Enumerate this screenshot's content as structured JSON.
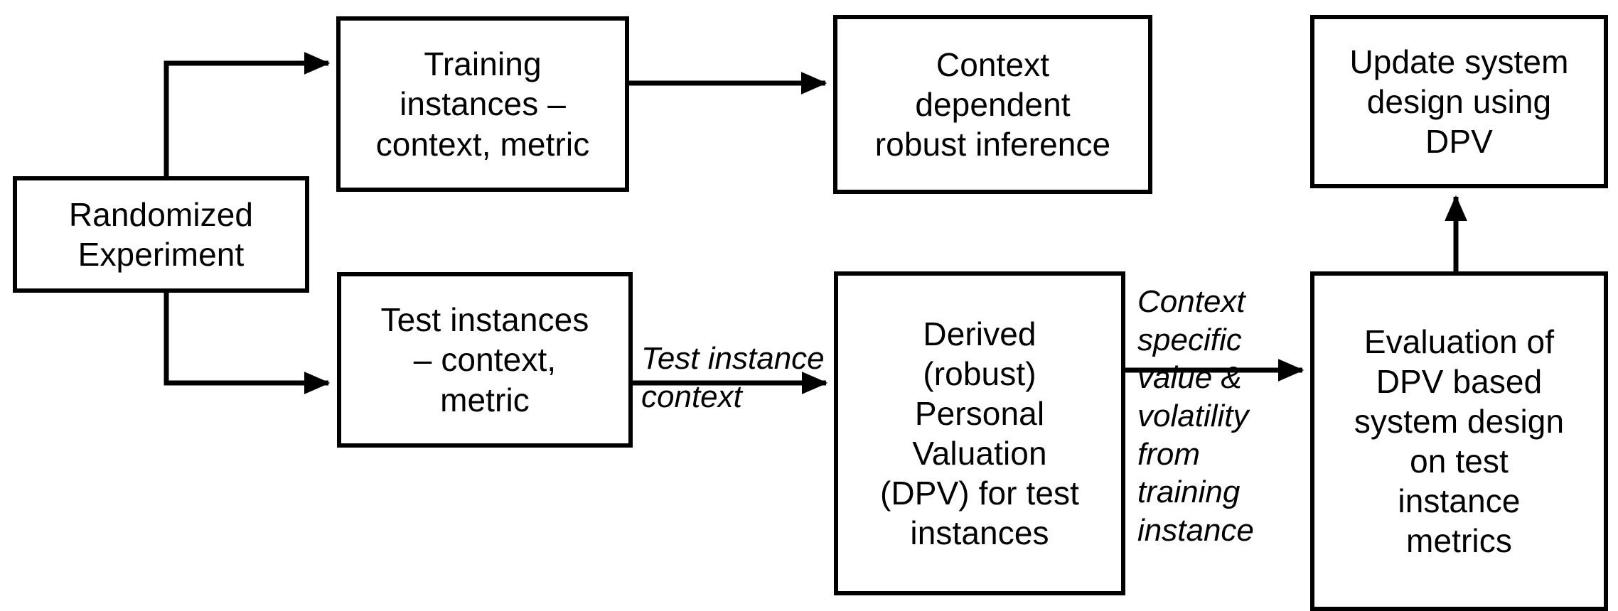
{
  "diagram": {
    "title": "DPV based system design evaluation flow",
    "type": "flowchart",
    "stroke_color": "#000000",
    "fill_color": "#ffffff",
    "nodes": {
      "randomized": {
        "label": "Randomized\nExperiment"
      },
      "training": {
        "label": "Training\ninstances –\ncontext, metric"
      },
      "inference": {
        "label": "Context\ndependent\nrobust inference"
      },
      "update": {
        "label": "Update system\ndesign using\nDPV"
      },
      "test": {
        "label": "Test instances\n– context,\nmetric"
      },
      "dpv": {
        "label": "Derived\n(robust)\nPersonal\nValuation\n(DPV) for test\ninstances"
      },
      "evaluation": {
        "label": "Evaluation of\nDPV based\nsystem design\non test\ninstance\nmetrics"
      }
    },
    "edge_labels": {
      "test_instance_context": "Test instance\ncontext",
      "context_specific": "Context\nspecific\nvalue &\nvolatility\nfrom\ntraining\ninstance"
    },
    "edges": [
      {
        "from": "randomized",
        "to": "training",
        "label": ""
      },
      {
        "from": "randomized",
        "to": "test",
        "label": ""
      },
      {
        "from": "training",
        "to": "inference",
        "label": ""
      },
      {
        "from": "test",
        "to": "dpv",
        "label": "Test instance context"
      },
      {
        "from": "dpv",
        "to": "evaluation",
        "label": "Context specific value & volatility from training instance"
      },
      {
        "from": "evaluation",
        "to": "update",
        "label": ""
      }
    ]
  }
}
